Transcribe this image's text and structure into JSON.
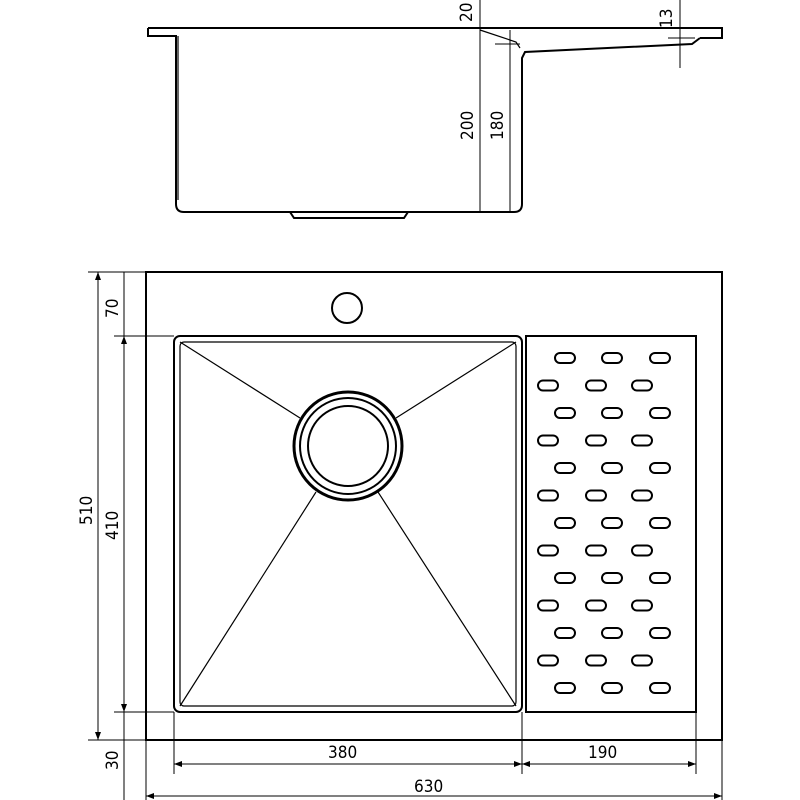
{
  "side_view": {
    "dims": {
      "lip_thickness": "20",
      "bowl_depth": "200",
      "drainer_depth": "180",
      "drainer_lip": "13"
    }
  },
  "top_view": {
    "dims": {
      "top_margin": "70",
      "overall_height": "510",
      "bowl_height": "410",
      "bottom_margin": "30",
      "bowl_width": "380",
      "drainer_width": "190",
      "overall_width": "630"
    },
    "drainer_slots": {
      "rows": 13,
      "per_row": 3
    }
  },
  "colors": {
    "line": "#000000",
    "background": "#ffffff"
  }
}
